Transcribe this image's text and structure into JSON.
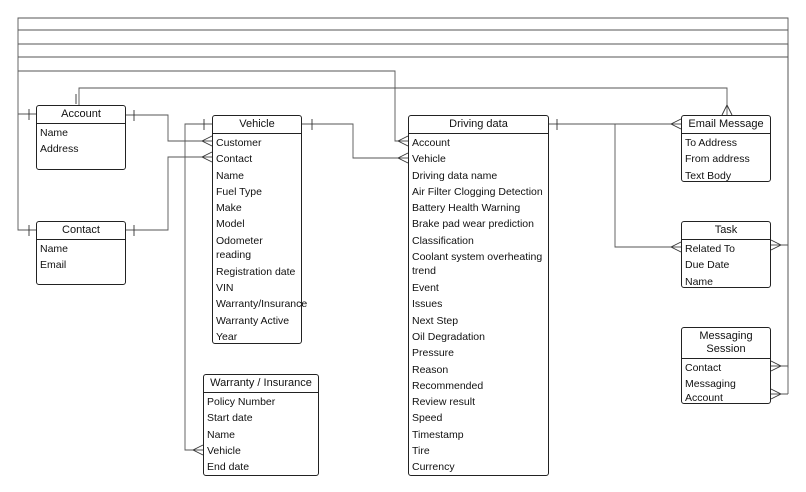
{
  "entities": {
    "account": {
      "title": "Account",
      "fields": [
        "Name",
        "Address"
      ]
    },
    "contact": {
      "title": "Contact",
      "fields": [
        "Name",
        "Email"
      ]
    },
    "vehicle": {
      "title": "Vehicle",
      "fields": [
        "Customer",
        "Contact",
        "Name",
        "Fuel Type",
        "Make",
        "Model",
        "Odometer reading",
        "Registration date",
        "VIN",
        "Warranty/Insurance",
        "Warranty Active",
        "Year"
      ]
    },
    "warranty": {
      "title": "Warranty / Insurance",
      "fields": [
        "Policy Number",
        "Start date",
        "Name",
        "Vehicle",
        "End date"
      ]
    },
    "driving": {
      "title": "Driving data",
      "fields": [
        "Account",
        "Vehicle",
        "Driving data name",
        "Air Filter Clogging Detection",
        "Battery Health Warning",
        "Brake pad wear prediction",
        "Classification",
        "Coolant system overheating trend",
        "Event",
        "Issues",
        "Next Step",
        "Oil Degradation",
        "Pressure",
        "Reason",
        "Recommended",
        "Review result",
        "Speed",
        "Timestamp",
        "Tire",
        "Currency"
      ]
    },
    "email": {
      "title": "Email Message",
      "fields": [
        "To Address",
        "From address",
        "Text Body"
      ]
    },
    "task": {
      "title": "Task",
      "fields": [
        "Related To",
        "Due Date",
        "Name"
      ]
    },
    "messaging": {
      "title": "Messaging Session",
      "fields": [
        "Contact",
        "Messaging Account"
      ]
    }
  }
}
